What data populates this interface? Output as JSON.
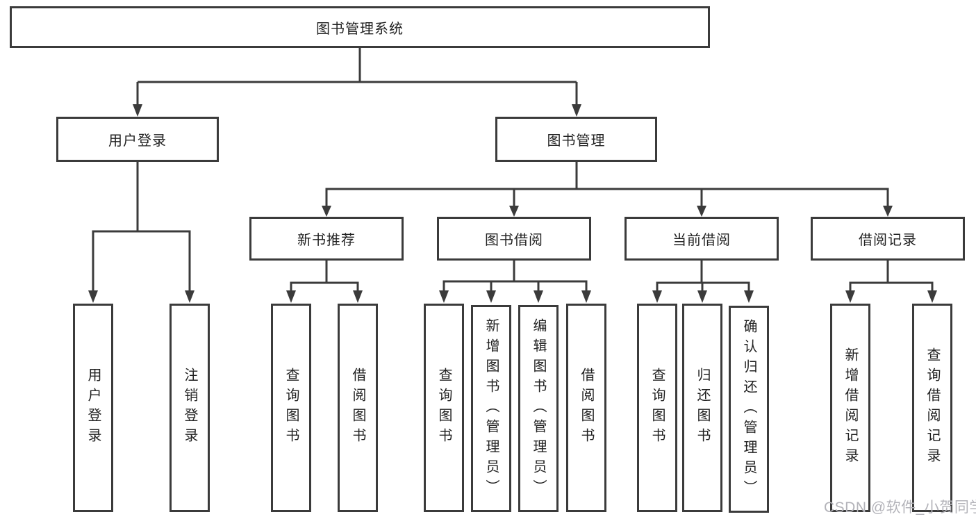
{
  "colors": {
    "background": "#ffffff",
    "line": "#3b3b3b",
    "box_border": "#3b3b3b",
    "text": "#222222",
    "watermark": "#b3b3b9"
  },
  "watermark": {
    "text": "CSDN @软件_小贺同学"
  },
  "tree": {
    "root": {
      "label": "图书管理系统",
      "children": [
        {
          "label": "用户登录",
          "children": [
            {
              "label": "用户登录"
            },
            {
              "label": "注销登录"
            }
          ]
        },
        {
          "label": "图书管理",
          "children": [
            {
              "label": "新书推荐",
              "children": [
                {
                  "label": "查询图书"
                },
                {
                  "label": "借阅图书"
                }
              ]
            },
            {
              "label": "图书借阅",
              "children": [
                {
                  "label": "查询图书"
                },
                {
                  "label": "新增图书（管理员）"
                },
                {
                  "label": "编辑图书（管理员）"
                },
                {
                  "label": "借阅图书"
                }
              ]
            },
            {
              "label": "当前借阅",
              "children": [
                {
                  "label": "查询图书"
                },
                {
                  "label": "归还图书"
                },
                {
                  "label": "确认归还（管理员）"
                }
              ]
            },
            {
              "label": "借阅记录",
              "children": [
                {
                  "label": "新增借阅记录"
                },
                {
                  "label": "查询借阅记录"
                }
              ]
            }
          ]
        }
      ]
    }
  }
}
